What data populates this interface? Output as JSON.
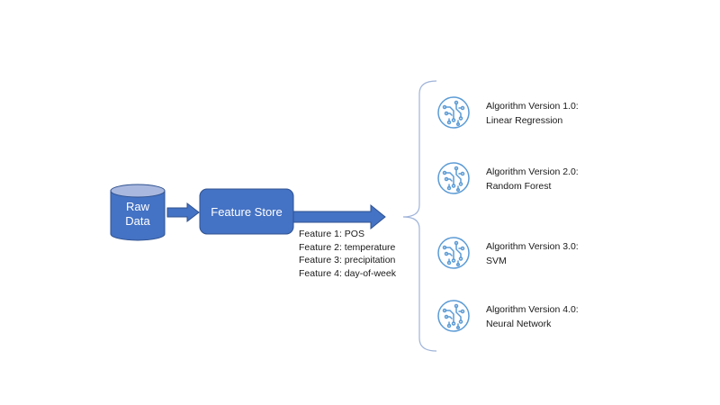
{
  "raw_data": {
    "line1": "Raw",
    "line2": "Data"
  },
  "feature_store": {
    "label": "Feature Store"
  },
  "features": [
    "Feature 1: POS",
    "Feature 2: temperature",
    "Feature 3: precipitation",
    "Feature 4: day-of-week"
  ],
  "algorithms": [
    {
      "version": "Algorithm Version 1.0:",
      "name": "Linear Regression",
      "icon": "ai-circuit-icon"
    },
    {
      "version": "Algorithm Version 2.0:",
      "name": "Random Forest",
      "icon": "ai-circuit-icon"
    },
    {
      "version": "Algorithm Version 3.0:",
      "name": "SVM",
      "icon": "ai-circuit-icon"
    },
    {
      "version": "Algorithm Version 4.0:",
      "name": "Neural Network",
      "icon": "ai-circuit-icon"
    }
  ],
  "colors": {
    "shape_fill": "#4472c4",
    "shape_stroke": "#2f528f",
    "cylinder_top": "#a9b8df",
    "icon": "#5b9bd5",
    "brace": "#9fb4d9"
  }
}
